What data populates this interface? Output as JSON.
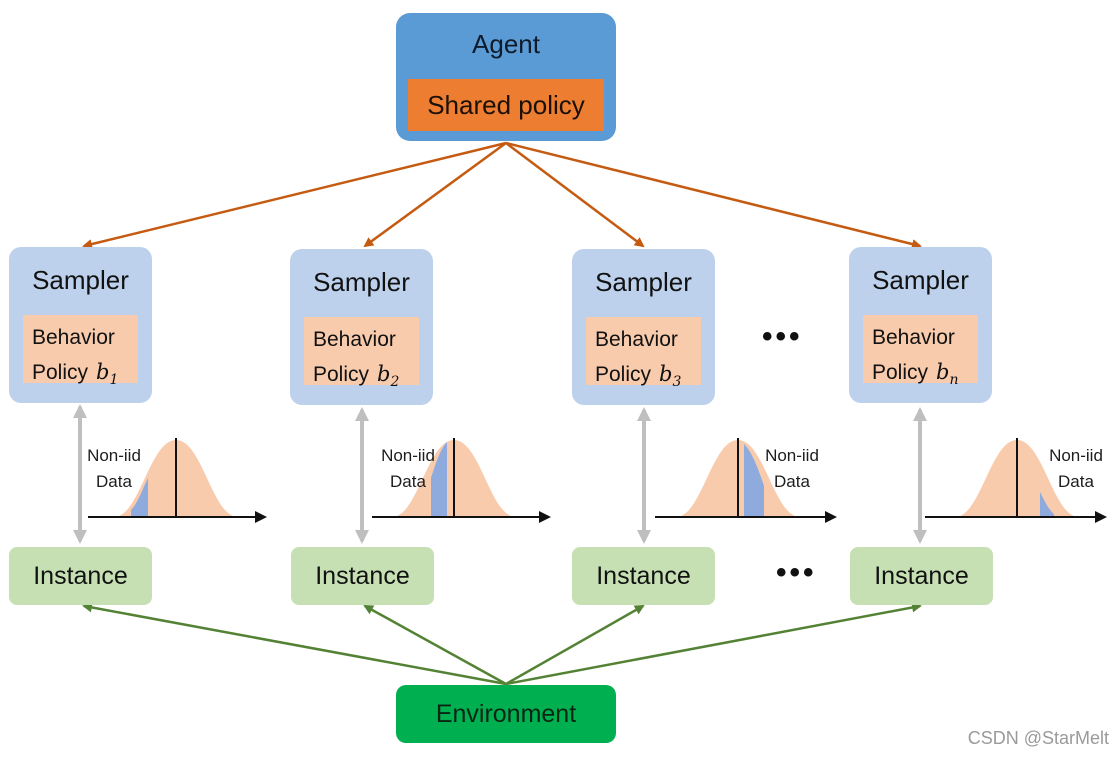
{
  "agent": {
    "title": "Agent",
    "policy": "Shared policy"
  },
  "samplers": [
    {
      "title": "Sampler",
      "line1": "Behavior",
      "line2": "Policy",
      "symbol": "b",
      "subscript": "1"
    },
    {
      "title": "Sampler",
      "line1": "Behavior",
      "line2": "Policy",
      "symbol": "b",
      "subscript": "2"
    },
    {
      "title": "Sampler",
      "line1": "Behavior",
      "line2": "Policy",
      "symbol": "b",
      "subscript": "3"
    },
    {
      "title": "Sampler",
      "line1": "Behavior",
      "line2": "Policy",
      "symbol": "b",
      "subscript": "n"
    }
  ],
  "data_labels": [
    {
      "line1": "Non-iid",
      "line2": "Data"
    },
    {
      "line1": "Non-iid",
      "line2": "Data"
    },
    {
      "line1": "Non-iid",
      "line2": "Data"
    },
    {
      "line1": "Non-iid",
      "line2": "Data"
    }
  ],
  "instances": [
    "Instance",
    "Instance",
    "Instance",
    "Instance"
  ],
  "environment": "Environment",
  "ellipsis": [
    "•••",
    "•••"
  ],
  "watermark": "CSDN @StarMelt",
  "colors": {
    "agent": "#5b9bd5",
    "shared_policy": "#ed7d31",
    "sampler": "#bdd1ec",
    "behavior_policy": "#f8cbad",
    "instance": "#c6e0b4",
    "environment": "#00b050",
    "agent_arrows": "#c55a11",
    "env_arrows": "#548235",
    "bidirectional_arrows": "#bfbfbf",
    "distribution": "#f8cbad",
    "non_iid_slice": "#8faadc"
  }
}
